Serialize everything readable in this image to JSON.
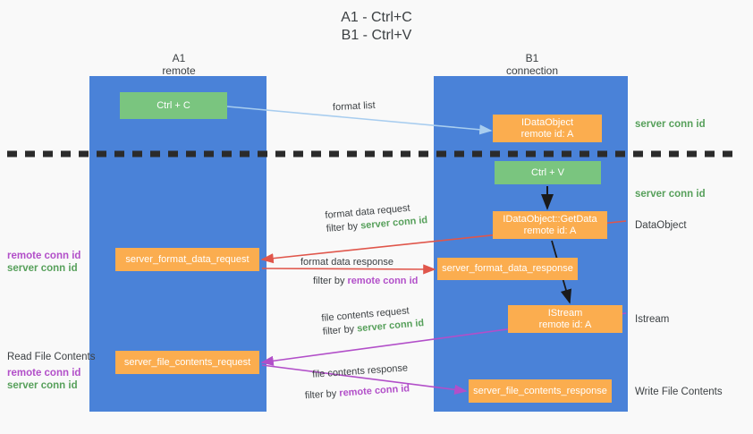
{
  "title": {
    "line1": "A1 - Ctrl+C",
    "line2": "B1 - Ctrl+V"
  },
  "lanes": [
    {
      "name": "A1",
      "sub": "remote"
    },
    {
      "name": "B1",
      "sub": "connection"
    }
  ],
  "boxes": {
    "ctrl_c": "Ctrl + C",
    "idataobject": {
      "line1": "IDataObject",
      "line2": "remote id: A"
    },
    "ctrl_v": "Ctrl + V",
    "getdata": {
      "line1": "IDataObject::GetData",
      "line2": "remote id: A"
    },
    "format_data_request": "server_format_data_request",
    "format_data_response": "server_format_data_response",
    "istream": {
      "line1": "IStream",
      "line2": "remote id: A"
    },
    "file_contents_request": "server_file_contents_request",
    "file_contents_response": "server_file_contents_response"
  },
  "mid_labels": {
    "format_list": "format list",
    "format_data_request": {
      "line1": "format data request",
      "filter_prefix": "filter by ",
      "filter_value": "server conn id"
    },
    "format_data_response": {
      "line1": "format data response",
      "filter_prefix": "filter by ",
      "filter_value": "remote conn id"
    },
    "file_contents_request": {
      "line1": "file contents request",
      "filter_prefix": "filter by ",
      "filter_value": "server conn id"
    },
    "file_contents_response": {
      "line1": "file contents response",
      "filter_prefix": "filter by ",
      "filter_value": "remote conn id"
    }
  },
  "right_notes": {
    "server_conn_id_top": "server conn id",
    "server_conn_id_mid": "server conn id",
    "dataobject": "DataObject",
    "istream": "Istream",
    "write_file_contents": "Write File Contents"
  },
  "left_notes": {
    "remote_conn_id_1": "remote conn id",
    "server_conn_id_1": "server conn id",
    "read_file_contents": "Read File Contents",
    "remote_conn_id_2": "remote conn id",
    "server_conn_id_2": "server conn id"
  },
  "colors": {
    "lane": "#4a82d8",
    "green_box": "#7ac57f",
    "orange_box": "#fbad4f",
    "green_text": "#57a05b",
    "purple_text": "#b24fc9",
    "red_arrow": "#e0564b",
    "purple_arrow": "#b24fc9",
    "blue_arrow": "#a8cdef",
    "black_arrow": "#1a1a1a",
    "background": "#f9f9f9"
  }
}
